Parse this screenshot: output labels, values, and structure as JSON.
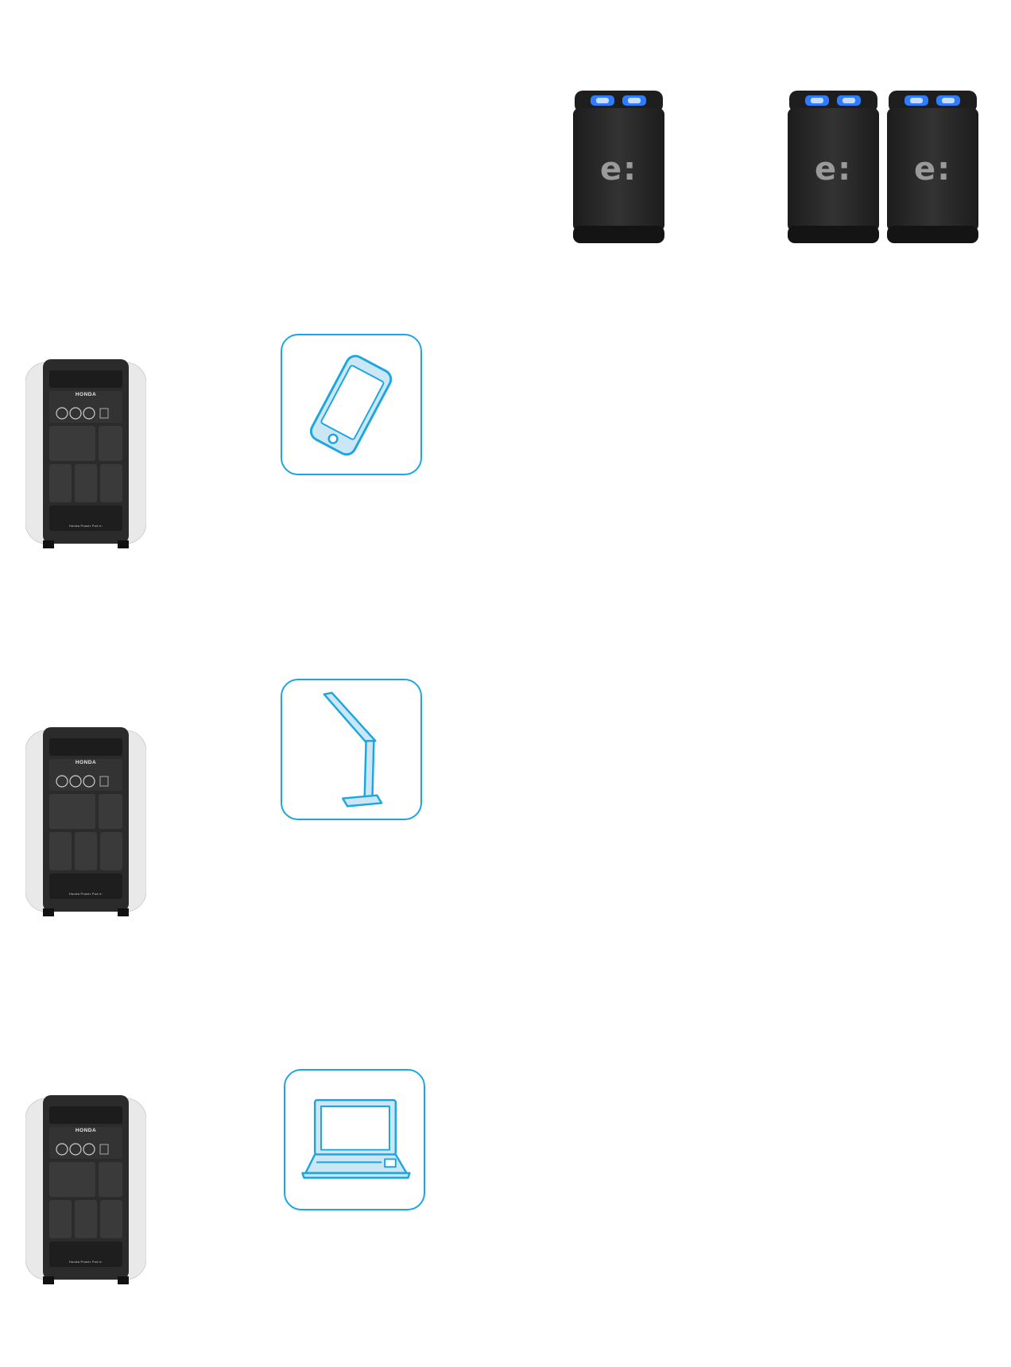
{
  "batteries": [
    {
      "id": "battery-1",
      "label": "e:"
    },
    {
      "id": "battery-2",
      "label": "e:"
    },
    {
      "id": "battery-3",
      "label": "e:"
    }
  ],
  "power_station": {
    "brand": "HONDA",
    "model": "Honda Power Pod e:"
  },
  "devices": [
    {
      "icon": "smartphone-icon"
    },
    {
      "icon": "desk-lamp-icon"
    },
    {
      "icon": "laptop-icon"
    }
  ],
  "colors": {
    "accent": "#1ca6e1",
    "icon_fill": "#cbe6f4",
    "battery_body": "#2b2b2b",
    "battery_led": "#2f7cff"
  }
}
